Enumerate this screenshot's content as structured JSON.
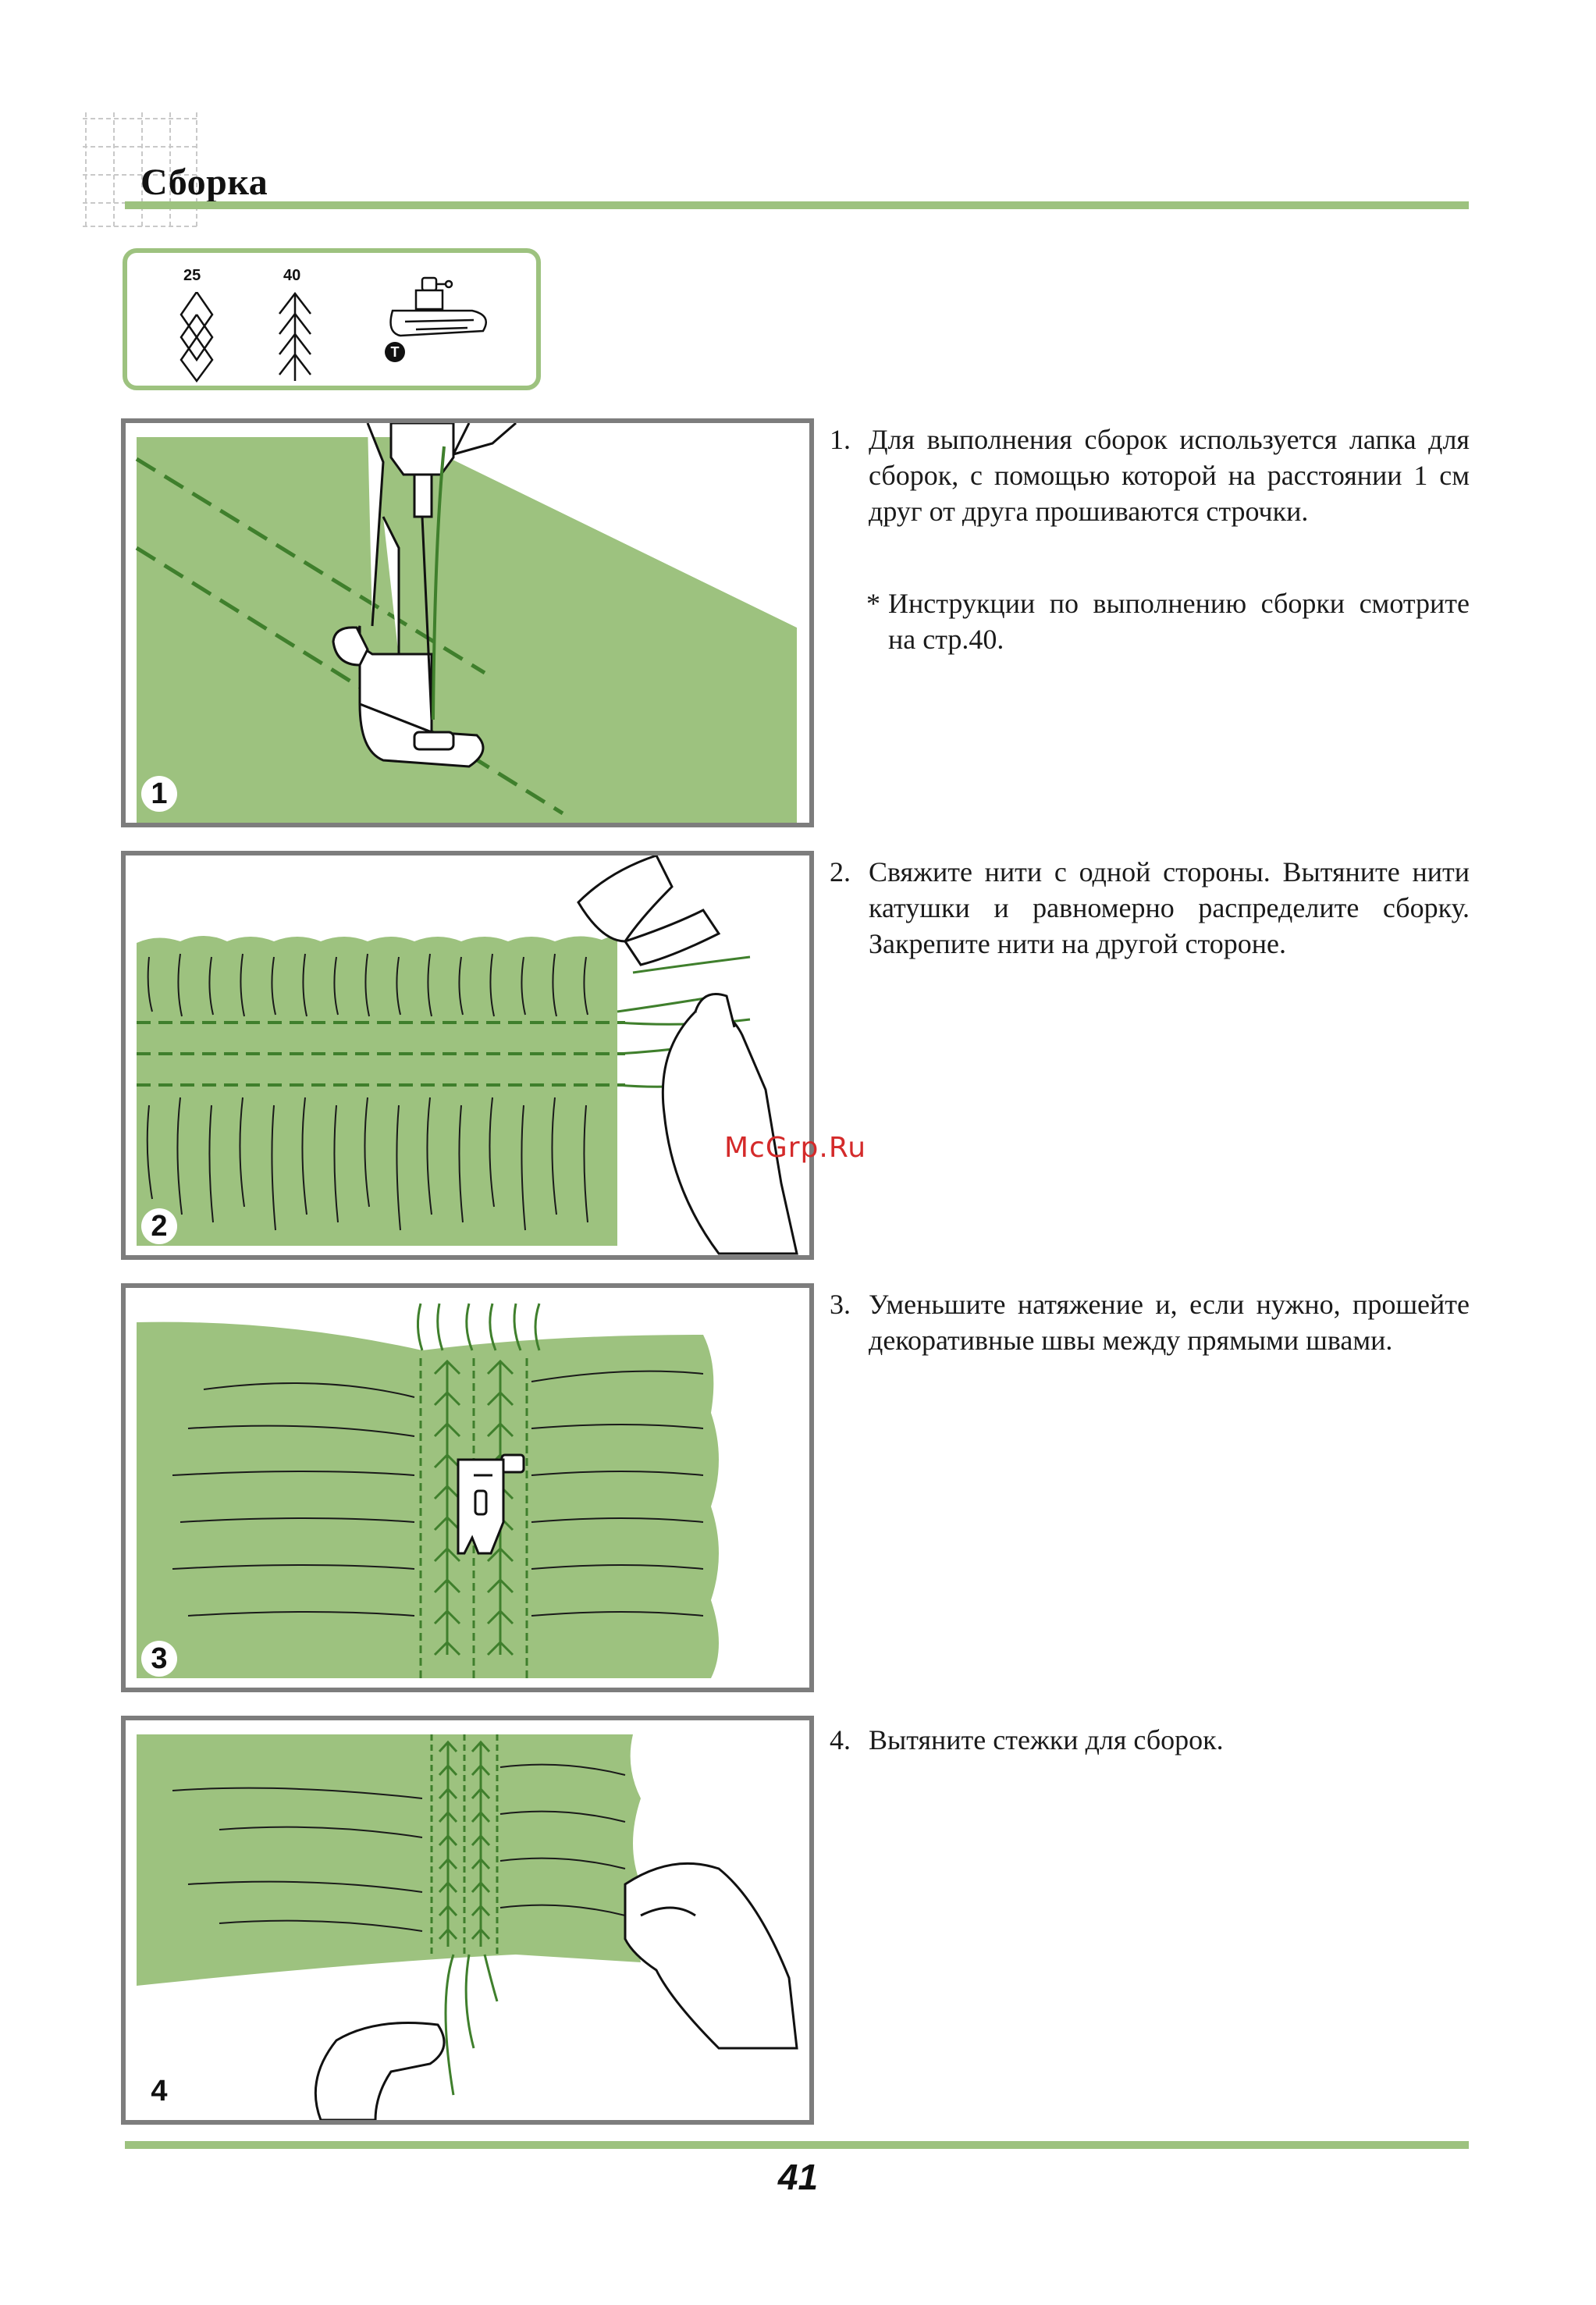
{
  "header": {
    "title": "Сборка"
  },
  "settings": {
    "stitches": [
      {
        "number": "25",
        "icon": "diamond-stitch-icon"
      },
      {
        "number": "40",
        "icon": "herringbone-stitch-icon"
      }
    ],
    "foot_label": "T",
    "foot_icon": "presser-foot-icon"
  },
  "panels": [
    {
      "number": "1"
    },
    {
      "number": "2"
    },
    {
      "number": "3"
    },
    {
      "number": "4"
    }
  ],
  "steps": [
    {
      "number": "1.",
      "text": "Для выполнения сборок используется лапка для сборок, с помощью которой на расстоянии 1 см друг от друга прошиваются строчки."
    },
    {
      "number": "2.",
      "text": "Свяжите нити с одной стороны. Вытяните нити катушки и равномерно распределите сборку. Закрепите нити на другой стороне."
    },
    {
      "number": "3.",
      "text": "Уменьшите натяжение и, если нужно, прошейте декоративные швы между прямыми швами."
    },
    {
      "number": "4.",
      "text": "Вытяните стежки для сборок."
    }
  ],
  "note": {
    "star": "*",
    "text": "Инструкции по выполнению сборки смотрите на стр.40."
  },
  "watermark": "McGrp.Ru",
  "footer": {
    "page_number": "41"
  },
  "colors": {
    "fabric_green": "#9dc27f",
    "stitch_green": "#4f8f35",
    "frame_gray": "#7d7d7d",
    "watermark_red": "#d42a2a"
  }
}
